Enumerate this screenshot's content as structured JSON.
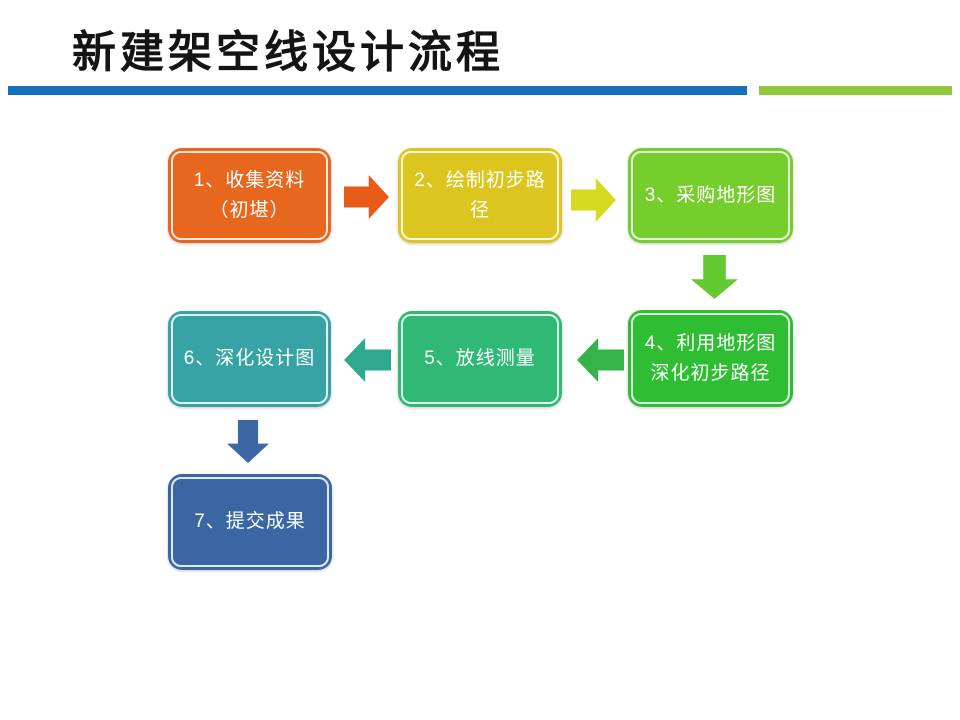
{
  "slide": {
    "title": "新建架空线设计流程"
  },
  "divider": {
    "blue_color": "#1470B8",
    "green_color": "#8FC83C"
  },
  "flowchart": {
    "steps": [
      {
        "label": "1、收集资料\n（初堪）",
        "color": "#E7671E"
      },
      {
        "label": "2、绘制初步路\n径",
        "color": "#DCC51F"
      },
      {
        "label": "3、采购地形图",
        "color": "#76CE2D"
      },
      {
        "label": "4、利用地形图\n深化初步路径",
        "color": "#2FBE33"
      },
      {
        "label": "5、放线测量",
        "color": "#2FB974"
      },
      {
        "label": "6、深化设计图",
        "color": "#38A3A4"
      },
      {
        "label": "7、提交成果",
        "color": "#3A67A4"
      }
    ],
    "arrows": [
      {
        "from": "1",
        "to": "2",
        "direction": "right",
        "color": "#E75A17"
      },
      {
        "from": "2",
        "to": "3",
        "direction": "right",
        "color": "#D5DA21"
      },
      {
        "from": "3",
        "to": "4",
        "direction": "down",
        "color": "#62C930"
      },
      {
        "from": "4",
        "to": "5",
        "direction": "left",
        "color": "#35B547"
      },
      {
        "from": "5",
        "to": "6",
        "direction": "left",
        "color": "#2EA98D"
      },
      {
        "from": "6",
        "to": "7",
        "direction": "down",
        "color": "#3B67A5"
      }
    ]
  }
}
